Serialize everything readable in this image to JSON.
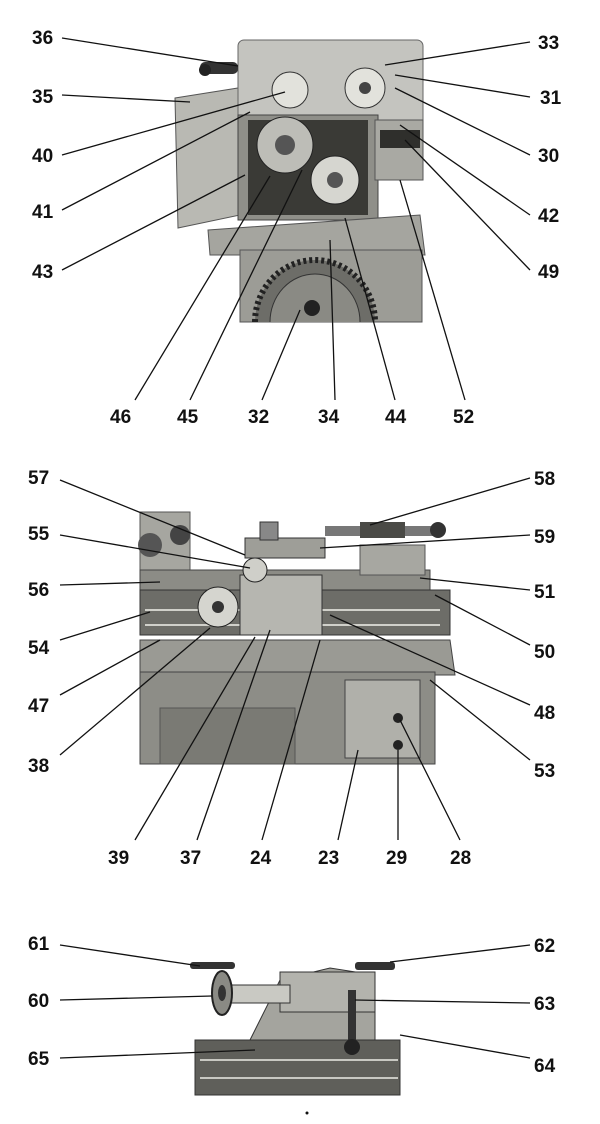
{
  "figures": [
    {
      "id": "headstock",
      "callouts": [
        "36",
        "35",
        "40",
        "41",
        "43",
        "46",
        "45",
        "32",
        "34",
        "44",
        "52",
        "49",
        "42",
        "30",
        "31",
        "33"
      ]
    },
    {
      "id": "carriage",
      "callouts": [
        "57",
        "55",
        "56",
        "54",
        "47",
        "38",
        "39",
        "37",
        "24",
        "23",
        "29",
        "28",
        "53",
        "48",
        "50",
        "51",
        "59",
        "58"
      ]
    },
    {
      "id": "tailstock",
      "callouts": [
        "61",
        "60",
        "65",
        "62",
        "63",
        "64"
      ]
    }
  ],
  "colors": {
    "ink": "#111111",
    "metal_light": "#c9c9c4",
    "metal_mid": "#9d9d97",
    "metal_dark": "#5a5a55",
    "shadow": "#2e2e2b"
  }
}
